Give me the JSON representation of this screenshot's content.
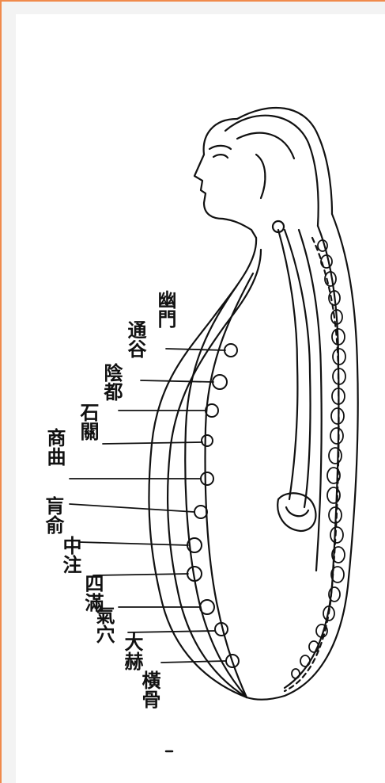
{
  "colors": {
    "frame": "#f08a4b",
    "ink": "#111111",
    "background": "#ffffff"
  },
  "labels": {
    "youmen": "幽門",
    "tonggu": "通谷",
    "yindu": "陰都",
    "shiguan": "石關",
    "shangqu": "商曲",
    "huangshu": "肓俞",
    "zhongzhu": "中注",
    "siman": "四滿",
    "qixue": "氣穴",
    "dahe": "大赫",
    "henggu": "橫骨"
  }
}
